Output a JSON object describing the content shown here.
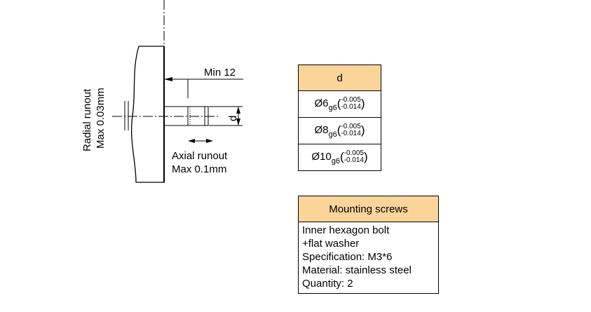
{
  "drawing": {
    "min_label": "Min 12",
    "dim_d": "d",
    "radial_line1": "Radial runout",
    "radial_line2": "Max 0.03mm",
    "axial_line1": "Axial runout",
    "axial_line2": "Max 0.1mm"
  },
  "d_table": {
    "header": "d",
    "header_color": "#fbd49a",
    "rows": [
      {
        "size": "Ø6",
        "fit": "g6",
        "upper": "-0.005",
        "lower": "-0.014"
      },
      {
        "size": "Ø8",
        "fit": "g6",
        "upper": "-0.005",
        "lower": "-0.014"
      },
      {
        "size": "Ø10",
        "fit": "g6",
        "upper": "-0.005",
        "lower": "-0.014"
      }
    ]
  },
  "screws_table": {
    "header": "Mounting screws",
    "lines": [
      "Inner hexagon bolt",
      "+flat washer",
      "Specification: M3*6",
      "Material: stainless steel",
      "Quantity: 2"
    ]
  }
}
